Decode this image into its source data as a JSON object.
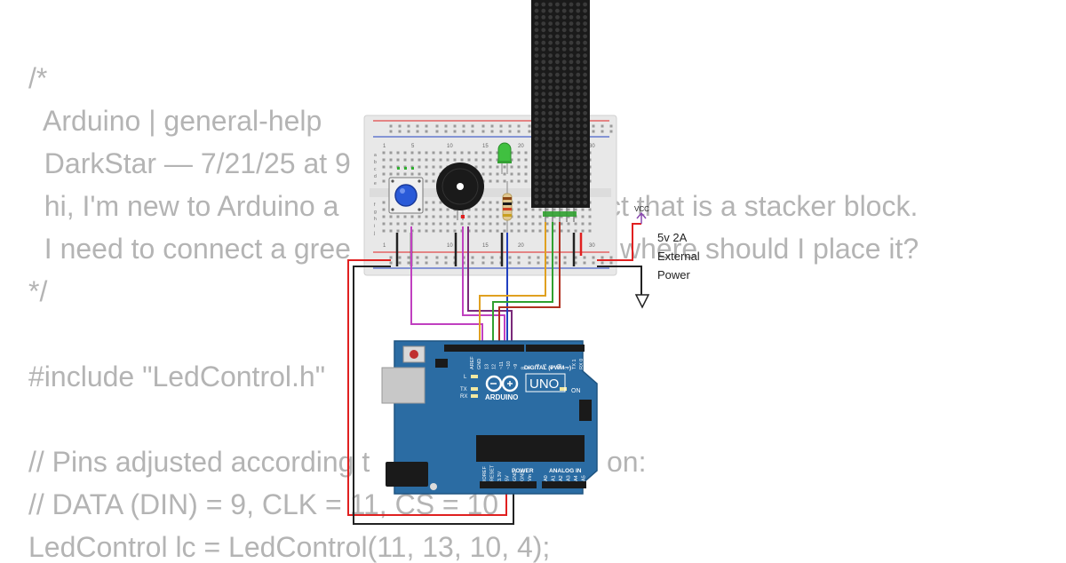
{
  "code": {
    "lines": [
      "/*",
      "  Arduino | general-help",
      "  DarkStar — 7/21/25 at 9",
      "  hi, I'm new to Arduino a",
      "  I need to connect a gree",
      "*/",
      "#include \"LedControl.h\"",
      "// Pins adjusted according t",
      "// DATA (DIN) = 9, CLK = 11, CS = 10",
      "LedControl lc = LedControl(11, 13, 10, 4);",
      "ct that is a stacker block.",
      "where should I place it?",
      "on:"
    ]
  },
  "breadboard": {
    "col_numbers": [
      "1",
      "5",
      "10",
      "15",
      "20",
      "25",
      "30"
    ],
    "row_letters_top": [
      "a",
      "b",
      "c",
      "d",
      "e"
    ],
    "row_letters_bottom": [
      "f",
      "g",
      "h",
      "i",
      "j"
    ]
  },
  "power": {
    "vcc_label": "VCC",
    "lines": [
      "5v 2A",
      "External",
      "Power"
    ]
  },
  "arduino": {
    "brand_label": "ARDUINO",
    "model_label": "UNO",
    "on_label": "ON",
    "digital_label": "DIGITAL (PWM ~)",
    "analog_label": "ANALOG IN",
    "power_label": "POWER",
    "led_l": "L",
    "led_tx": "TX",
    "led_rx": "RX",
    "digital_pins": [
      "AREF",
      "GND",
      "13",
      "12",
      "~11",
      "~10",
      "~9",
      "8",
      "7",
      "~6",
      "~5",
      "4",
      "~3",
      "2",
      "TX 1",
      "RX 0"
    ],
    "power_pins": [
      "IOREF",
      "RESET",
      "3.3V",
      "5V",
      "GND",
      "GND",
      "Vin"
    ],
    "analog_pins": [
      "A0",
      "A1",
      "A2",
      "A3",
      "A4",
      "A5"
    ]
  },
  "colors": {
    "code_text": "#b4b4b4",
    "board_blue": "#2b6ca3",
    "breadboard": "#e8e8e8",
    "matrix": "#1a1a1a",
    "wire_red": "#e02020",
    "wire_black": "#222222",
    "wire_magenta": "#c040c0",
    "wire_orange": "#e0a020",
    "wire_green": "#30a030",
    "wire_blue": "#2040c0",
    "wire_purple": "#7a2a7a",
    "button_blue": "#2a5ad8",
    "led_green": "#40c040"
  }
}
